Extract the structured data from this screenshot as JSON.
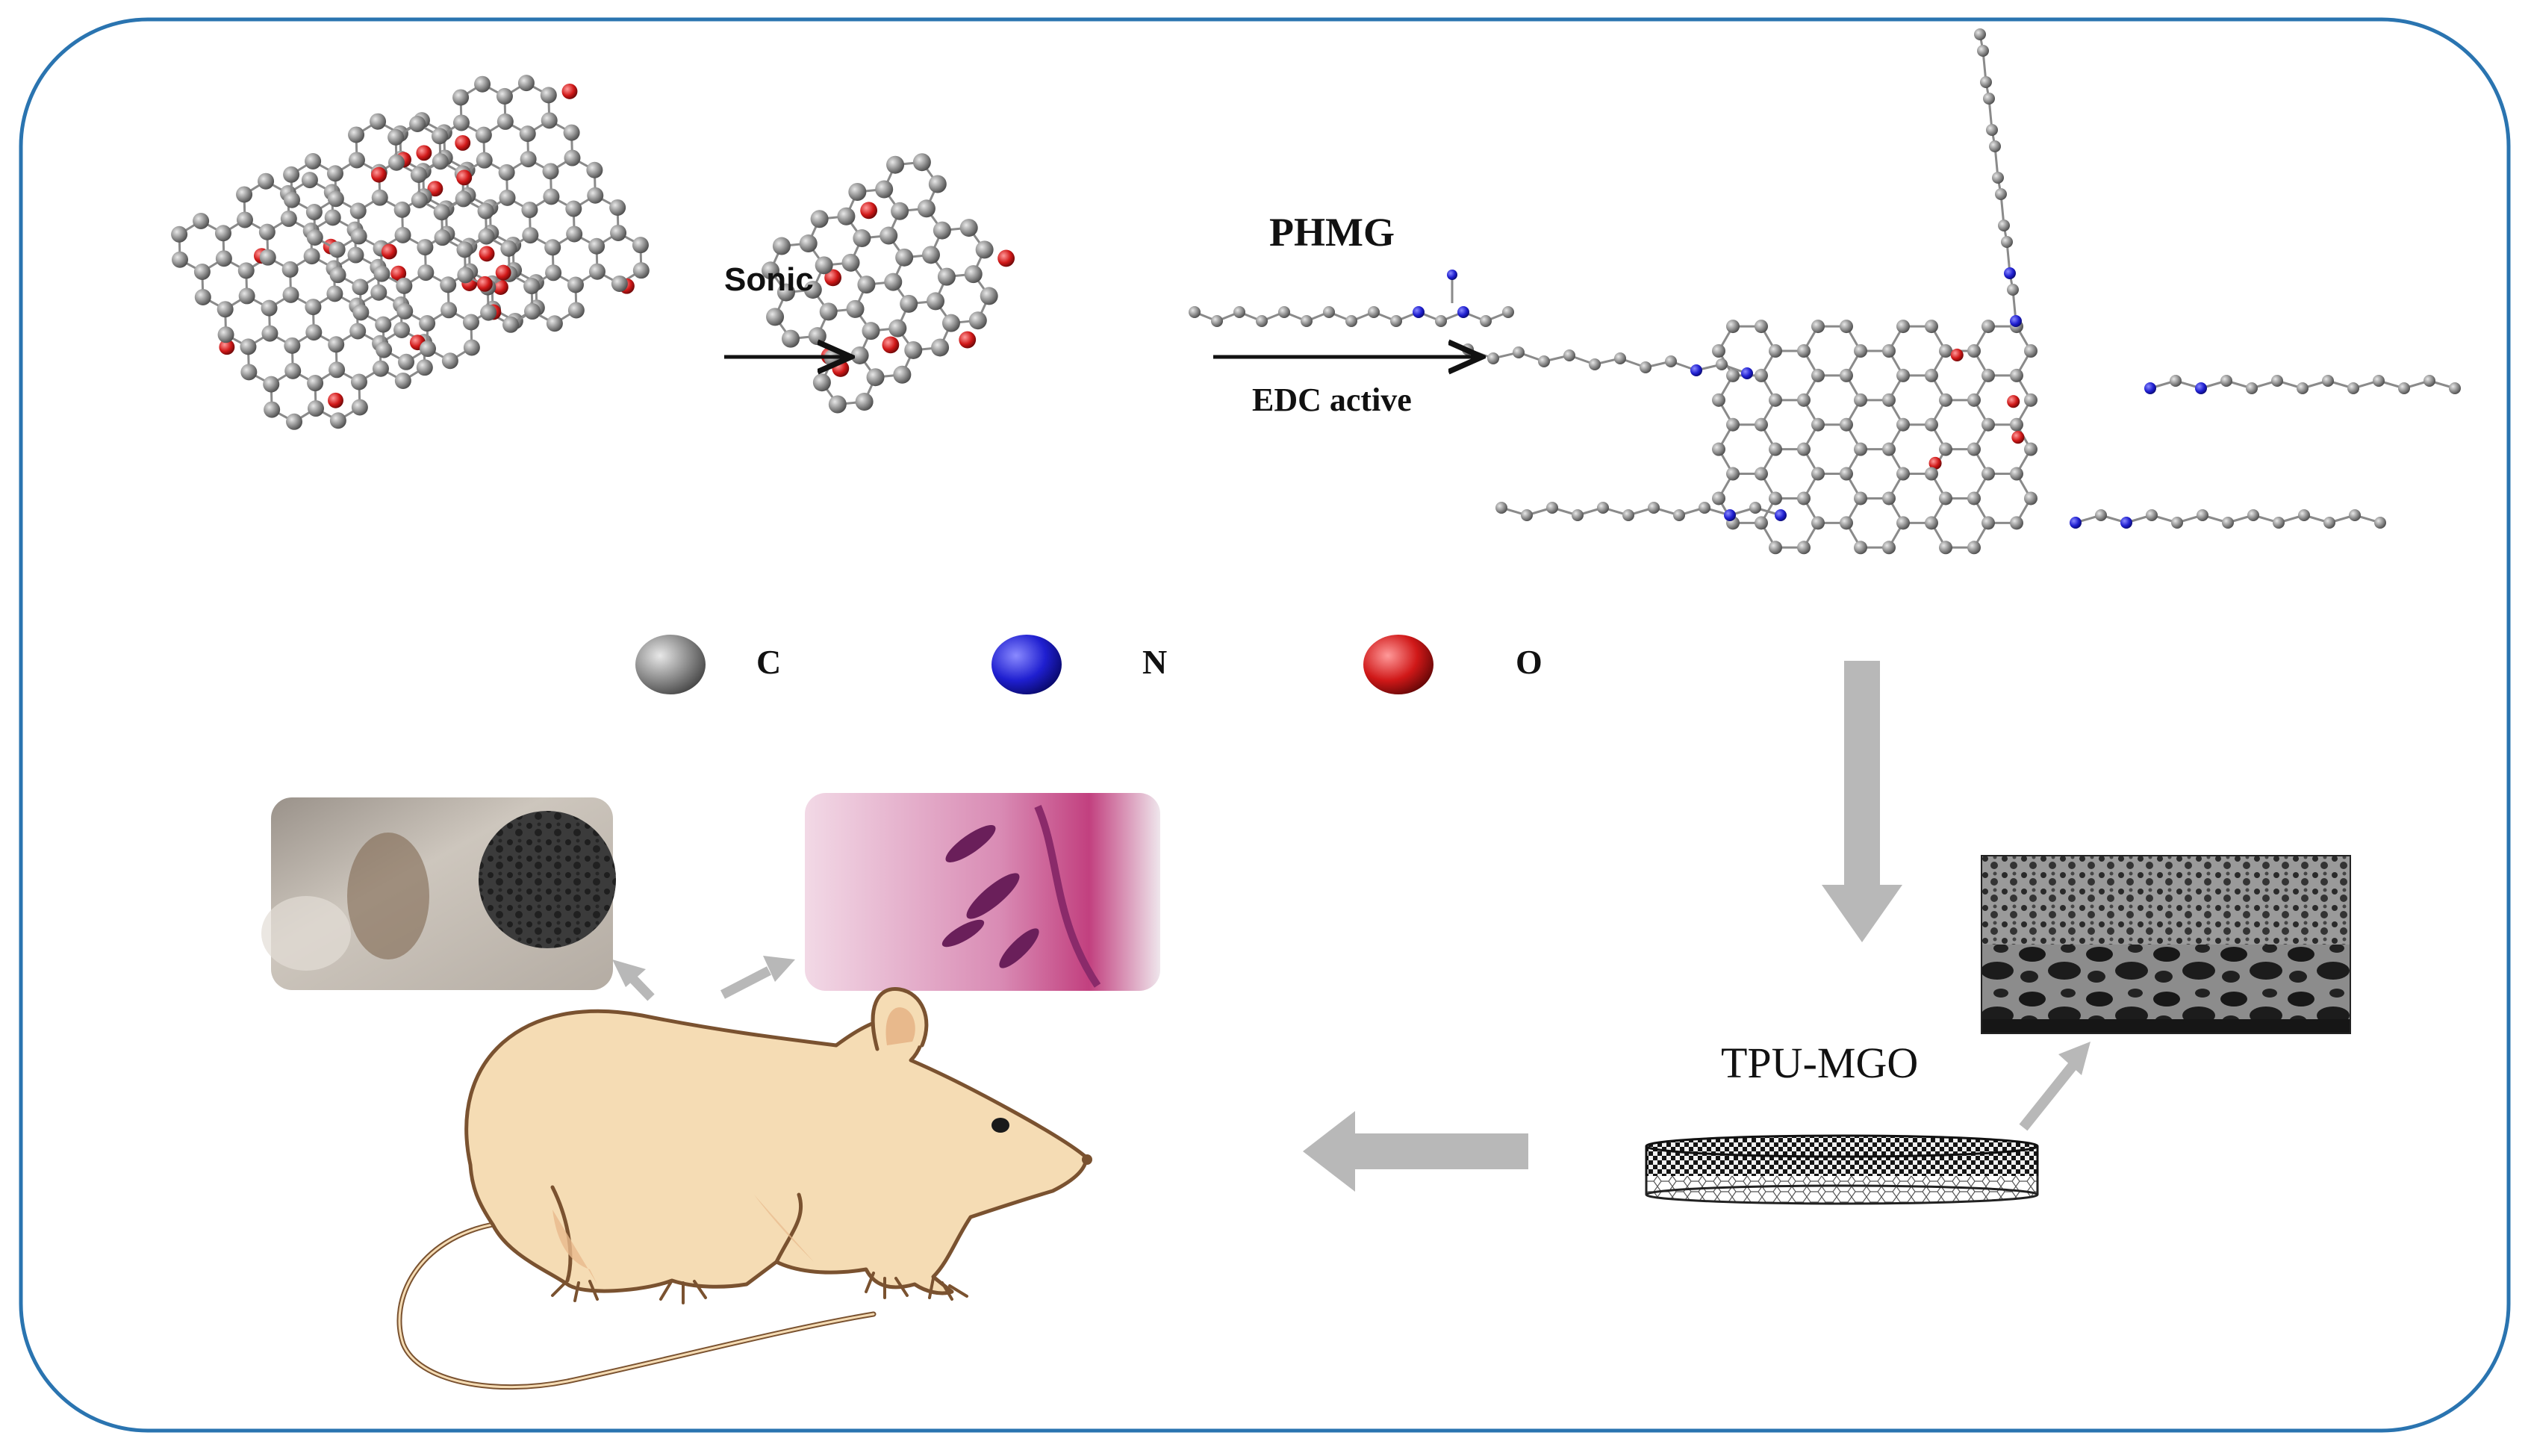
{
  "step1": {
    "label": "Sonic"
  },
  "step2": {
    "reagent": "PHMG",
    "condition": "EDC active"
  },
  "legend": {
    "items": [
      {
        "symbol": "C",
        "color": "#8a8a8a"
      },
      {
        "symbol": "N",
        "color": "#1f1fd0"
      },
      {
        "symbol": "O",
        "color": "#d01818"
      }
    ]
  },
  "membrane": {
    "label": "TPU-MGO"
  },
  "colors": {
    "frame_border": "#2a74b0",
    "carbon": "#8a8a8a",
    "nitrogen": "#1f1fd0",
    "oxygen": "#d01818",
    "arrow_gray": "#b8b8b8",
    "rat_fill": "#f5dcb4",
    "rat_outline": "#7a5230"
  },
  "icons": [
    "rat-illustration",
    "graphene-oxide-icon",
    "membrane-disc-icon",
    "skin-photo-icon",
    "histology-icon",
    "sem-image-icon"
  ]
}
